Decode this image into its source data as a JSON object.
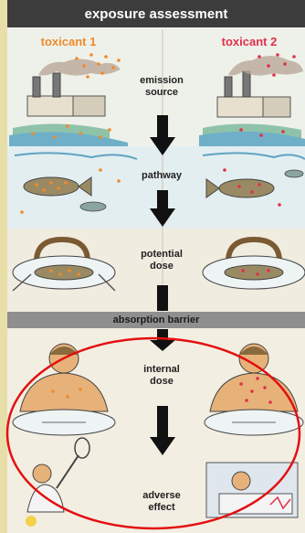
{
  "header": {
    "title": "exposure assessment"
  },
  "columns": {
    "left": "toxicant 1",
    "right": "toxicant 2"
  },
  "stages": [
    {
      "label": "emission\nsource"
    },
    {
      "label": "pathway"
    },
    {
      "label": "potential\ndose"
    },
    {
      "label": "internal\ndose"
    },
    {
      "label": "adverse\neffect"
    }
  ],
  "barrier": "absorption barrier",
  "colors": {
    "toxicant_1": "#f08a2a",
    "toxicant_2": "#e0304a",
    "header_bg": "#3c3c3c",
    "barrier_bg": "#8f8f8f",
    "highlight_ellipse": "#e31010"
  }
}
